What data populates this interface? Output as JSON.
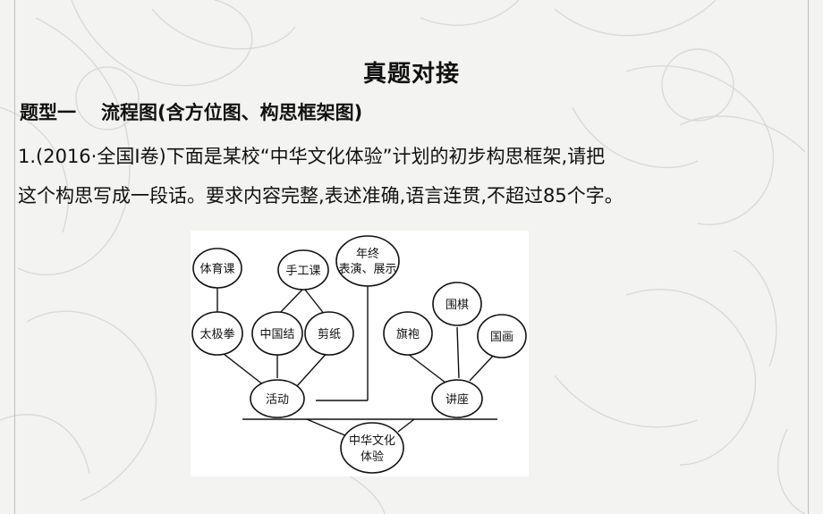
{
  "title": "真题对接",
  "subtitle": {
    "part1": "题型一",
    "part2": "流程图(含方位图、构思框架图)"
  },
  "question": {
    "line1": "1.(2016·全国Ⅰ卷)下面是某校“中华文化体验”计划的初步构思框架,请把",
    "line2": "这个构思写成一段话。要求内容完整,表述准确,语言连贯,不超过85个字。"
  },
  "diagram": {
    "root": [
      "中华文化",
      "体验"
    ],
    "activity": "活动",
    "lecture": "讲座",
    "pe_class": "体育课",
    "handcraft_class": "手工课",
    "year_end": [
      "年终",
      "表演、展示"
    ],
    "taiji": "太极拳",
    "chinese_knot": "中国结",
    "paper_cut": "剪纸",
    "qipao": "旗袍",
    "go_game": "围棋",
    "painting": "国画"
  }
}
